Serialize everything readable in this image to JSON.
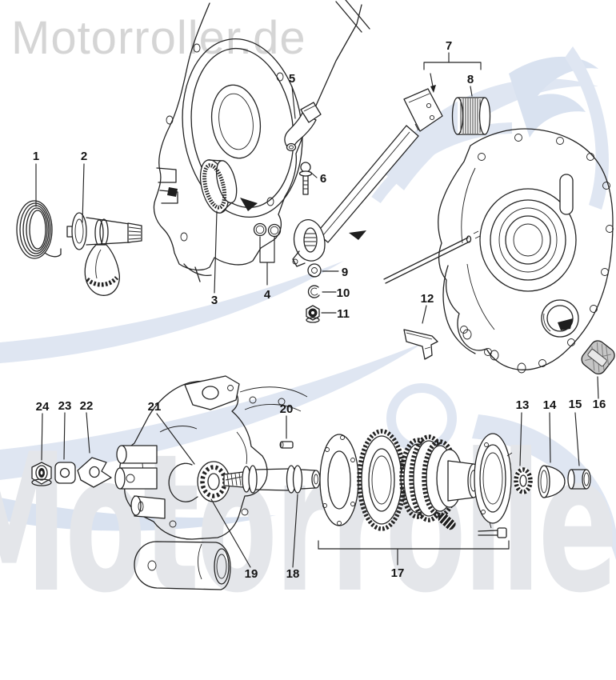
{
  "watermarks": {
    "top_text": "Motorroller.de",
    "bottom_text": "Motorroller"
  },
  "colors": {
    "line": "#232323",
    "top_watermark": "#d5d5d5",
    "bottom_watermark": "#e4e6ea",
    "swirl_blue": "#dfe6f2",
    "metal_gray": "#c6c6c6",
    "background": "#ffffff"
  },
  "callouts": [
    "1",
    "2",
    "3",
    "4",
    "5",
    "6",
    "7",
    "8",
    "9",
    "10",
    "11",
    "12",
    "13",
    "14",
    "15",
    "16",
    "17",
    "18",
    "19",
    "20",
    "21",
    "22",
    "23",
    "24"
  ]
}
